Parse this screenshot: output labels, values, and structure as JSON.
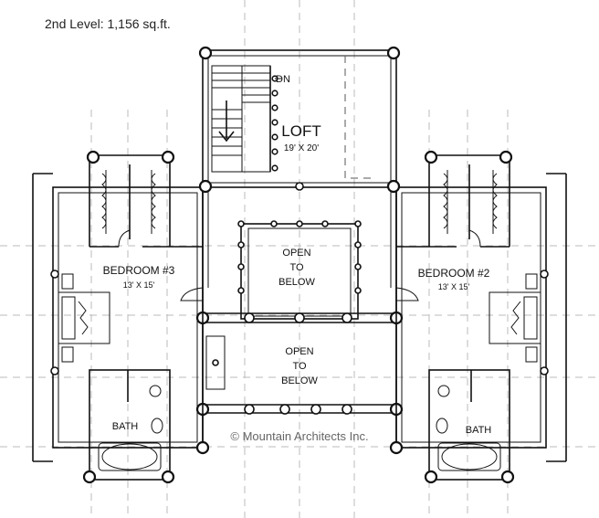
{
  "header": {
    "level_title": "2nd Level:  1,156 sq.ft."
  },
  "rooms": {
    "loft": {
      "name": "LOFT",
      "size": "19' X 20'"
    },
    "bedroom3": {
      "name": "BEDROOM #3",
      "size": "13' X 15'"
    },
    "bedroom2": {
      "name": "BEDROOM #2",
      "size": "13' X 15'"
    },
    "open_upper": {
      "line1": "OPEN",
      "line2": "TO",
      "line3": "BELOW"
    },
    "open_lower": {
      "line1": "OPEN",
      "line2": "TO",
      "line3": "BELOW"
    },
    "bath_left": {
      "name": "BATH"
    },
    "bath_right": {
      "name": "BATH"
    }
  },
  "stairs": {
    "direction_label": "DN"
  },
  "copyright": {
    "text": "© Mountain Architects Inc."
  }
}
